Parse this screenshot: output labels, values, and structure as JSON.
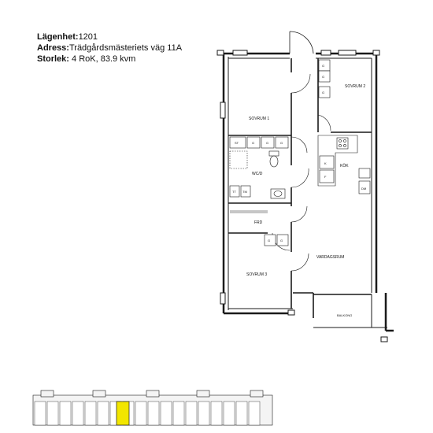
{
  "info": {
    "apartment_label": "Lägenhet:",
    "apartment_value": "1201",
    "address_label": "Adress:",
    "address_value": "Trädgårdsmästeriets väg 11A",
    "size_label": "Storlek:",
    "size_value": "4 RoK, 83.9 kvm"
  },
  "rooms": {
    "sovrum1": "SOVRUM 1",
    "sovrum2": "SOVRUM 2",
    "sovrum3": "SOVRUM 3",
    "wcd": "WC/D",
    "frd": "FRD",
    "kok": "KÖK",
    "vardagsrum": "VARDAGSRUM",
    "balkong": "BALKONG"
  },
  "fixtures": {
    "st": "ST",
    "g": "G",
    "tt": "TT",
    "tm": "TM",
    "k": "K",
    "f": "F",
    "dm": "DM"
  },
  "colors": {
    "wall": "#1a1a1a",
    "highlight": "#f2e600",
    "site_fill": "#f4f4f4"
  }
}
